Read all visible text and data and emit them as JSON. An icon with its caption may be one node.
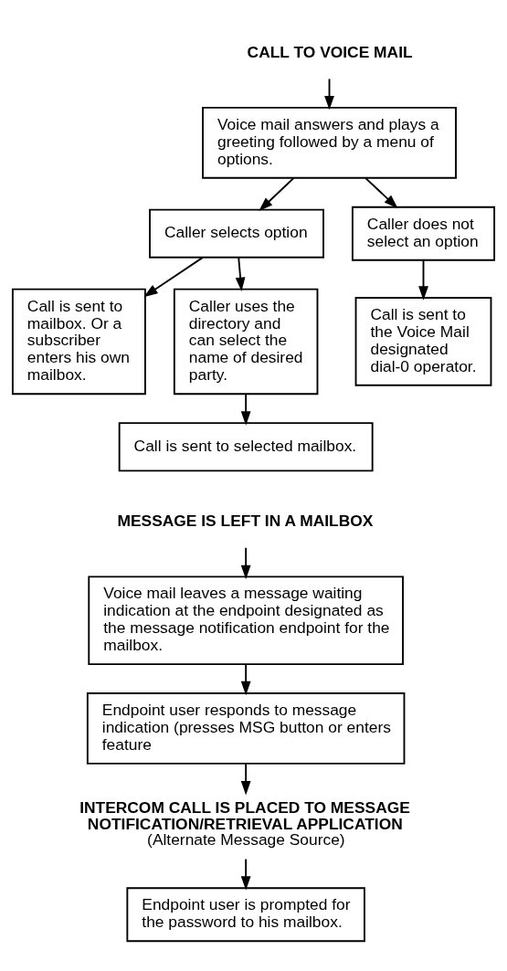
{
  "diagram": {
    "nodes": [
      {
        "text": [
          "CALL TO VOICE MAIL"
        ]
      },
      {
        "text": [
          "Voice mail answers and plays a greeting followed by a menu of options."
        ]
      },
      {
        "text": [
          "Caller selects option"
        ]
      },
      {
        "text": [
          "Caller does not select an option"
        ]
      },
      {
        "text": [
          "Call is sent to mailbox. Or a subscriber enters his own mailbox."
        ]
      },
      {
        "text": [
          "Caller uses the directory and can select the name of desired party."
        ]
      },
      {
        "text": [
          "Call is sent to the Voice Mail designated dial-0 operator."
        ]
      },
      {
        "text": [
          "Call is sent to selected mailbox."
        ]
      },
      {
        "text": [
          "MESSAGE IS LEFT IN A MAILBOX"
        ]
      },
      {
        "text": [
          "Voice mail leaves a message waiting indication at the endpoint designated as the message notification endpoint for the mailbox."
        ]
      },
      {
        "text": [
          "Endpoint user responds to message indication (presses MSG button or enters feature"
        ]
      },
      {
        "text": [
          "INTERCOM CALL IS PLACED TO MESSAGE NOTIFICATION/RETRIEVAL APPLICATION",
          "(Alternate Message Source)"
        ]
      },
      {
        "text": [
          "Endpoint user is prompted for the password to his mailbox."
        ]
      }
    ],
    "edges": [
      {
        "from": 0,
        "to": 1,
        "arrow": "to"
      },
      {
        "from": 1,
        "to": 2,
        "arrow": "to"
      },
      {
        "from": 1,
        "to": 3,
        "arrow": "to"
      },
      {
        "from": 2,
        "to": 4,
        "arrow": "to"
      },
      {
        "from": 2,
        "to": 5,
        "arrow": "to"
      },
      {
        "from": 3,
        "to": 6,
        "arrow": "to"
      },
      {
        "from": 5,
        "to": 7,
        "arrow": "to"
      },
      {
        "from": 8,
        "to": 9,
        "arrow": "to"
      },
      {
        "from": 9,
        "to": 10,
        "arrow": "to"
      },
      {
        "from": 10,
        "to": 11,
        "arrow": "to"
      },
      {
        "from": 11,
        "to": 12,
        "arrow": "to"
      }
    ]
  }
}
